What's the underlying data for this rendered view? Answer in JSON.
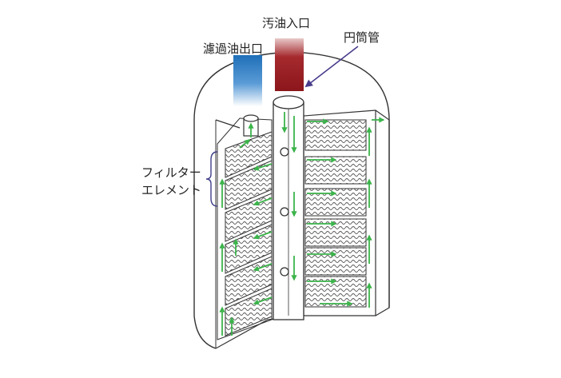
{
  "labels": {
    "dirty_oil_inlet": "汚油入口",
    "filtered_oil_outlet": "濾過油出口",
    "center_tube": "円筒管",
    "filter_element_line1": "フィルター",
    "filter_element_line2": "エレメント"
  },
  "colors": {
    "dirty_oil": "#9b1c22",
    "filtered_oil": "#1f6fb8",
    "flow_arrows": "#3cb44b",
    "pointer_arrow": "#4a3c8c",
    "outline": "#333333"
  }
}
